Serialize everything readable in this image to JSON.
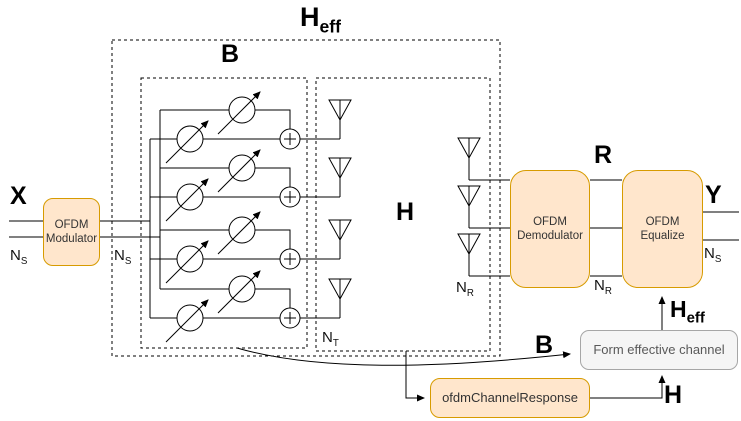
{
  "diagram": {
    "title": {
      "main": "H",
      "sub": "eff"
    },
    "blocks": {
      "ofdm_modulator": "OFDM Modulator",
      "ofdm_demodulator": "OFDM Demodulator",
      "ofdm_equalize": "OFDM Equalize",
      "form_effective_channel": "Form effective channel",
      "ofdm_channel_response": "ofdmChannelResponse"
    },
    "labels": {
      "input_signal": "X",
      "output_signal": "Y",
      "received_signal": "R",
      "precoder_title": "B",
      "channel_title": "H",
      "b_arrow": "B",
      "h_arrow": "H",
      "heff_arrow": {
        "main": "H",
        "sub": "eff"
      },
      "ns_input": {
        "main": "N",
        "sub": "S"
      },
      "ns_precoder": {
        "main": "N",
        "sub": "S"
      },
      "ns_output": {
        "main": "N",
        "sub": "S"
      },
      "nt_antennas": {
        "main": "N",
        "sub": "T"
      },
      "nr_antennas": {
        "main": "N",
        "sub": "R"
      },
      "nr_demod": {
        "main": "N",
        "sub": "R"
      }
    },
    "counts": {
      "tx_antennas": 4,
      "rx_antennas": 3,
      "phase_shifters": 8,
      "adders": 4,
      "data_streams": 2
    },
    "colors": {
      "block_fill": "#FFE6CC",
      "block_border": "#D79B00",
      "neutral_fill": "#F5F5F5",
      "neutral_border": "#A6A6A6",
      "line": "#000000"
    }
  }
}
